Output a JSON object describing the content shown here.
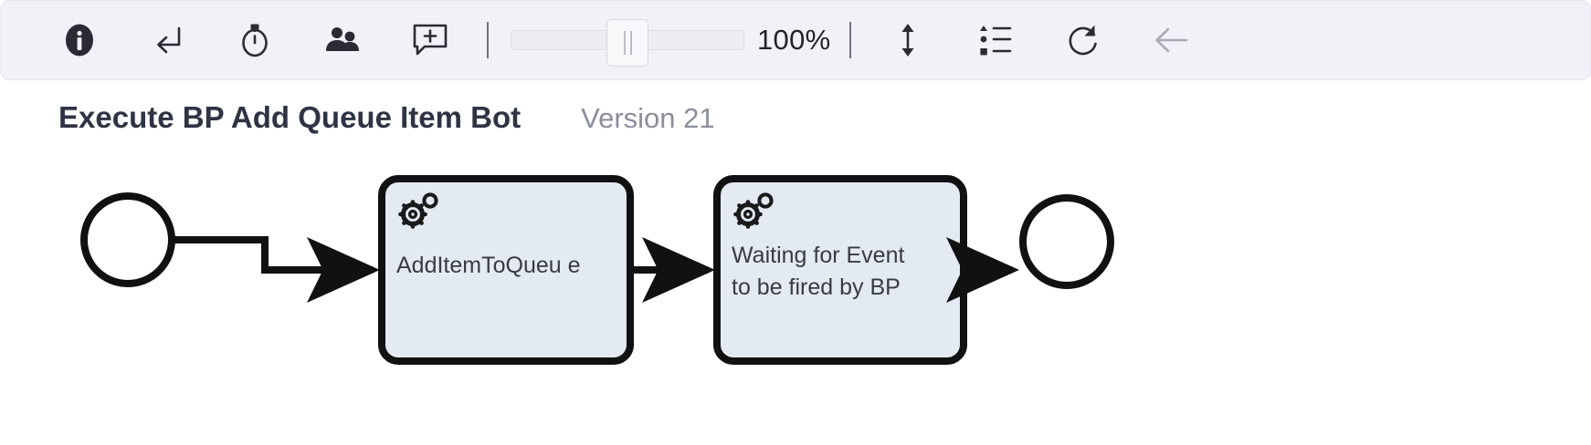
{
  "toolbar": {
    "buttons": [
      {
        "name": "info-icon",
        "label": "Info"
      },
      {
        "name": "enter-arrow-icon",
        "label": "Step Into"
      },
      {
        "name": "stopwatch-icon",
        "label": "Timer"
      },
      {
        "name": "people-icon",
        "label": "Participants"
      },
      {
        "name": "add-comment-icon",
        "label": "Add Comment"
      }
    ],
    "zoom": {
      "value": "100%",
      "slider_percent": 50
    },
    "right_buttons": [
      {
        "name": "fit-vertical-icon",
        "label": "Fit Vertical"
      },
      {
        "name": "legend-list-icon",
        "label": "Legend"
      },
      {
        "name": "refresh-icon",
        "label": "Refresh"
      },
      {
        "name": "back-arrow-icon",
        "label": "Back"
      }
    ]
  },
  "diagram": {
    "title": "Execute BP Add Queue Item Bot",
    "version": "Version 21",
    "type": "bpmn-process",
    "colors": {
      "task_fill": "#e3eaf2",
      "task_stroke": "#111111",
      "event_stroke": "#111111",
      "connector": "#111111",
      "title": "#2f3444",
      "version": "#8b8e9c",
      "toolbar_bg": "#f1f2f7"
    },
    "nodes": [
      {
        "id": "start",
        "kind": "start-event",
        "label": ""
      },
      {
        "id": "task1",
        "kind": "service-task",
        "marker": "gear-icon",
        "label_lines": [
          "AddItemToQueu e"
        ]
      },
      {
        "id": "task2",
        "kind": "service-task",
        "marker": "gear-icon",
        "label_lines": [
          "Waiting for Event",
          "to be fired by BP"
        ]
      },
      {
        "id": "end",
        "kind": "end-event",
        "label": ""
      }
    ],
    "edges": [
      {
        "from": "start",
        "to": "task1"
      },
      {
        "from": "task1",
        "to": "task2"
      },
      {
        "from": "task2",
        "to": "end"
      }
    ]
  }
}
